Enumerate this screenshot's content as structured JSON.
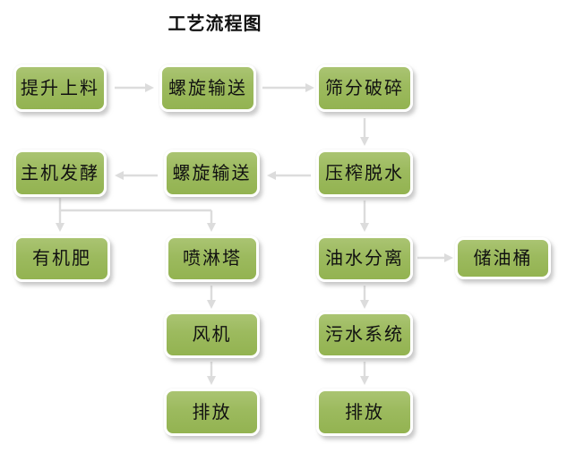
{
  "title": "工艺流程图",
  "colors": {
    "node_fill": "#9bb95c",
    "node_fill_top": "#aac472",
    "node_fill_bottom": "#93b351",
    "node_border": "#ffffff",
    "arrow": "#dcdcdc",
    "text": "#111111",
    "background": "#ffffff"
  },
  "nodes": [
    {
      "id": "n1",
      "label": "提升上料"
    },
    {
      "id": "n2",
      "label": "螺旋输送"
    },
    {
      "id": "n3",
      "label": "筛分破碎"
    },
    {
      "id": "n4",
      "label": "压榨脱水"
    },
    {
      "id": "n5",
      "label": "螺旋输送"
    },
    {
      "id": "n6",
      "label": "主机发酵"
    },
    {
      "id": "n7",
      "label": "有机肥"
    },
    {
      "id": "n8",
      "label": "喷淋塔"
    },
    {
      "id": "n9",
      "label": "油水分离"
    },
    {
      "id": "n10",
      "label": "储油桶"
    },
    {
      "id": "n11",
      "label": "风机"
    },
    {
      "id": "n12",
      "label": "污水系统"
    },
    {
      "id": "n13",
      "label": "排放"
    },
    {
      "id": "n14",
      "label": "排放"
    }
  ],
  "edges": [
    {
      "from": "n1",
      "to": "n2"
    },
    {
      "from": "n2",
      "to": "n3"
    },
    {
      "from": "n3",
      "to": "n4"
    },
    {
      "from": "n4",
      "to": "n5"
    },
    {
      "from": "n5",
      "to": "n6"
    },
    {
      "from": "n6",
      "to": "n7"
    },
    {
      "from": "n6",
      "to": "n8"
    },
    {
      "from": "n4",
      "to": "n9"
    },
    {
      "from": "n9",
      "to": "n10"
    },
    {
      "from": "n8",
      "to": "n11"
    },
    {
      "from": "n11",
      "to": "n13"
    },
    {
      "from": "n9",
      "to": "n12"
    },
    {
      "from": "n12",
      "to": "n14"
    }
  ]
}
